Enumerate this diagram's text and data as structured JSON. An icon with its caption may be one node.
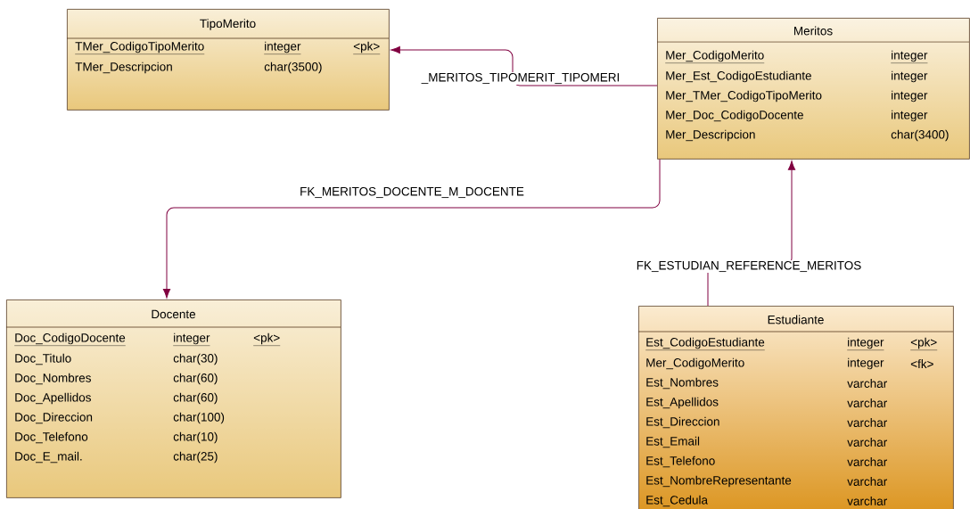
{
  "diagram": {
    "nodes": [
      {
        "text": [
          "TipoMerito"
        ]
      },
      {
        "text": [
          "TMer_CodigoTipoMerito",
          "integer",
          "<pk>"
        ],
        "in": 0
      },
      {
        "text": [
          "TMer_Descripcion",
          "char(3500)"
        ],
        "in": 0
      },
      {
        "text": [
          "Meritos"
        ]
      },
      {
        "text": [
          "Mer_CodigoMerito",
          "integer"
        ],
        "in": 3
      },
      {
        "text": [
          "Mer_Est_CodigoEstudiante",
          "integer"
        ],
        "in": 3
      },
      {
        "text": [
          "Mer_TMer_CodigoTipoMerito",
          "integer"
        ],
        "in": 3
      },
      {
        "text": [
          "Mer_Doc_CodigoDocente",
          "integer"
        ],
        "in": 3
      },
      {
        "text": [
          "Mer_Descripcion",
          "char(3400)"
        ],
        "in": 3
      },
      {
        "text": [
          "Docente"
        ]
      },
      {
        "text": [
          "Doc_CodigoDocente",
          "integer",
          "<pk>"
        ],
        "in": 9
      },
      {
        "text": [
          "Doc_Titulo",
          "char(30)"
        ],
        "in": 9
      },
      {
        "text": [
          "Doc_Nombres",
          "char(60)"
        ],
        "in": 9
      },
      {
        "text": [
          "Doc_Apellidos",
          "char(60)"
        ],
        "in": 9
      },
      {
        "text": [
          "Doc_Direccion",
          "char(100)"
        ],
        "in": 9
      },
      {
        "text": [
          "Doc_Telefono",
          "char(10)"
        ],
        "in": 9
      },
      {
        "text": [
          "Doc_E_mail.",
          "char(25)"
        ],
        "in": 9
      },
      {
        "text": [
          "Estudiante"
        ]
      },
      {
        "text": [
          "Est_CodigoEstudiante",
          "integer",
          "<pk>"
        ],
        "in": 17
      },
      {
        "text": [
          "Mer_CodigoMerito",
          "integer",
          "<fk>"
        ],
        "in": 17
      },
      {
        "text": [
          "Est_Nombres",
          "varchar"
        ],
        "in": 17
      },
      {
        "text": [
          "Est_Apellidos",
          "varchar"
        ],
        "in": 17
      },
      {
        "text": [
          "Est_Direccion",
          "varchar"
        ],
        "in": 17
      },
      {
        "text": [
          "Est_Email",
          "varchar"
        ],
        "in": 17
      },
      {
        "text": [
          "Est_Telefono",
          "varchar"
        ],
        "in": 17
      },
      {
        "text": [
          "Est_NombreRepresentante",
          "varchar"
        ],
        "in": 17
      },
      {
        "text": [
          "Est_Cedula",
          "varchar"
        ],
        "in": 17
      }
    ],
    "edges": [
      {
        "from": 3,
        "to": 0,
        "arrow": "to",
        "label": "_MERITOS_TIPOMERIT_TIPOMERI"
      },
      {
        "from": 3,
        "to": 9,
        "arrow": "to",
        "label": "FK_MERITOS_DOCENTE_M_DOCENTE"
      },
      {
        "from": 17,
        "to": 3,
        "arrow": "to",
        "label": "FK_ESTUDIAN_REFERENCE_MERITOS"
      }
    ]
  }
}
